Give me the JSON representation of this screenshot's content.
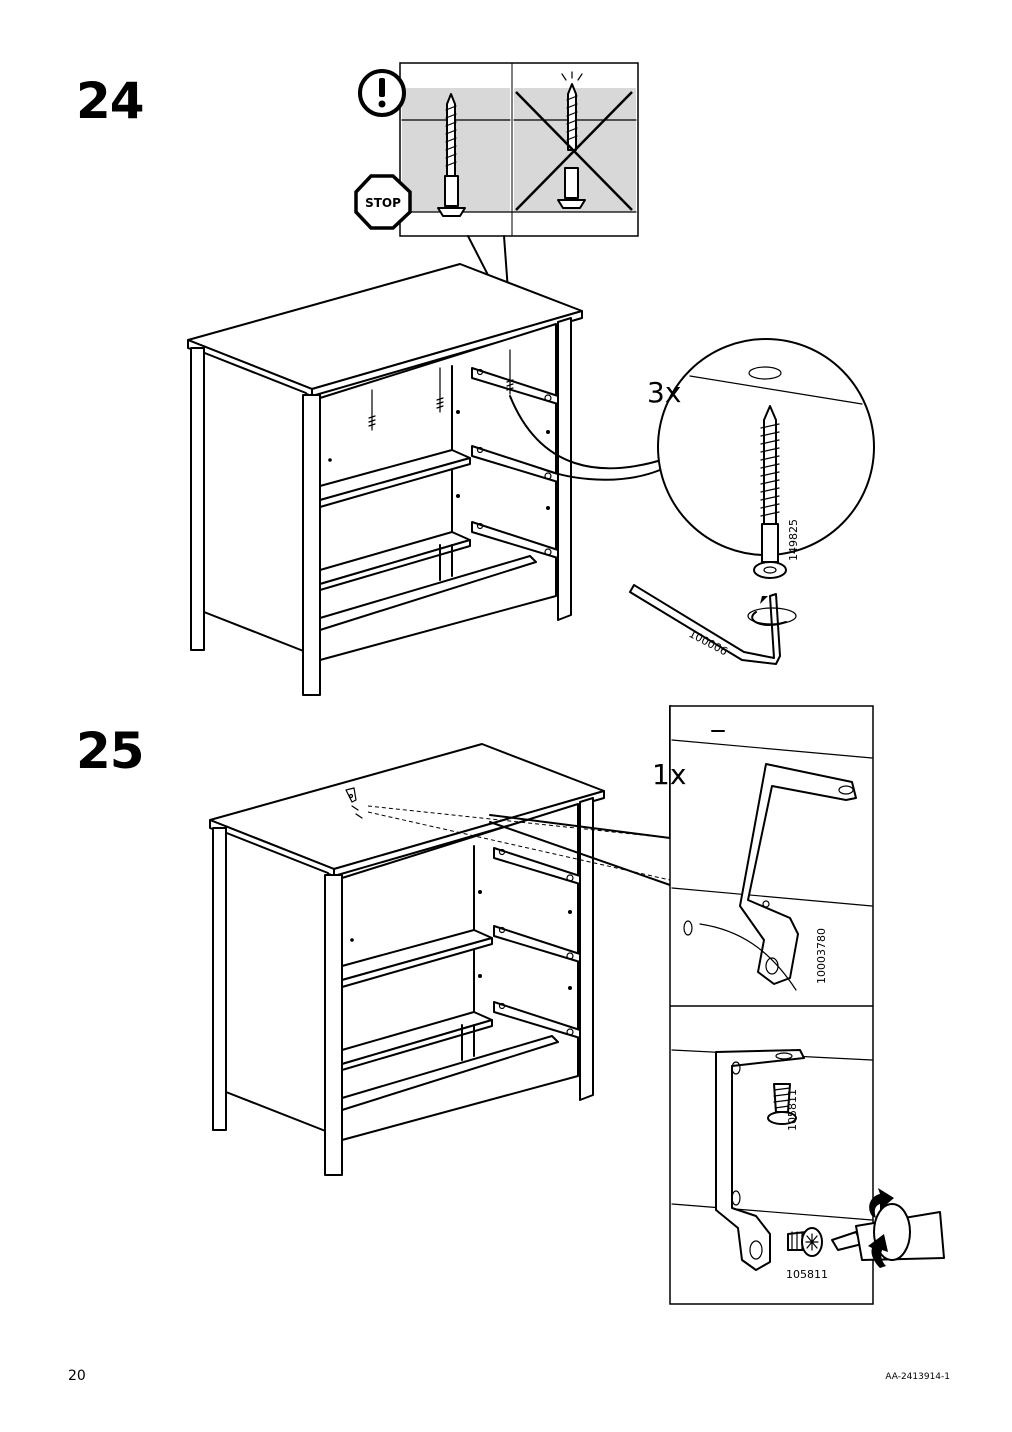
{
  "steps": {
    "s24": {
      "number": "24",
      "quantity": "3x",
      "screw_part": "149825",
      "tool_part": "100006",
      "stop_label": "STOP",
      "warning_icon": "exclamation-circle-icon"
    },
    "s25": {
      "number": "25",
      "quantity": "1x",
      "bracket_part": "10003780",
      "screw_part_a": "105811",
      "screw_part_b": "105811"
    }
  },
  "footer": {
    "page_number": "20",
    "doc_code": "AA-2413914-1"
  }
}
